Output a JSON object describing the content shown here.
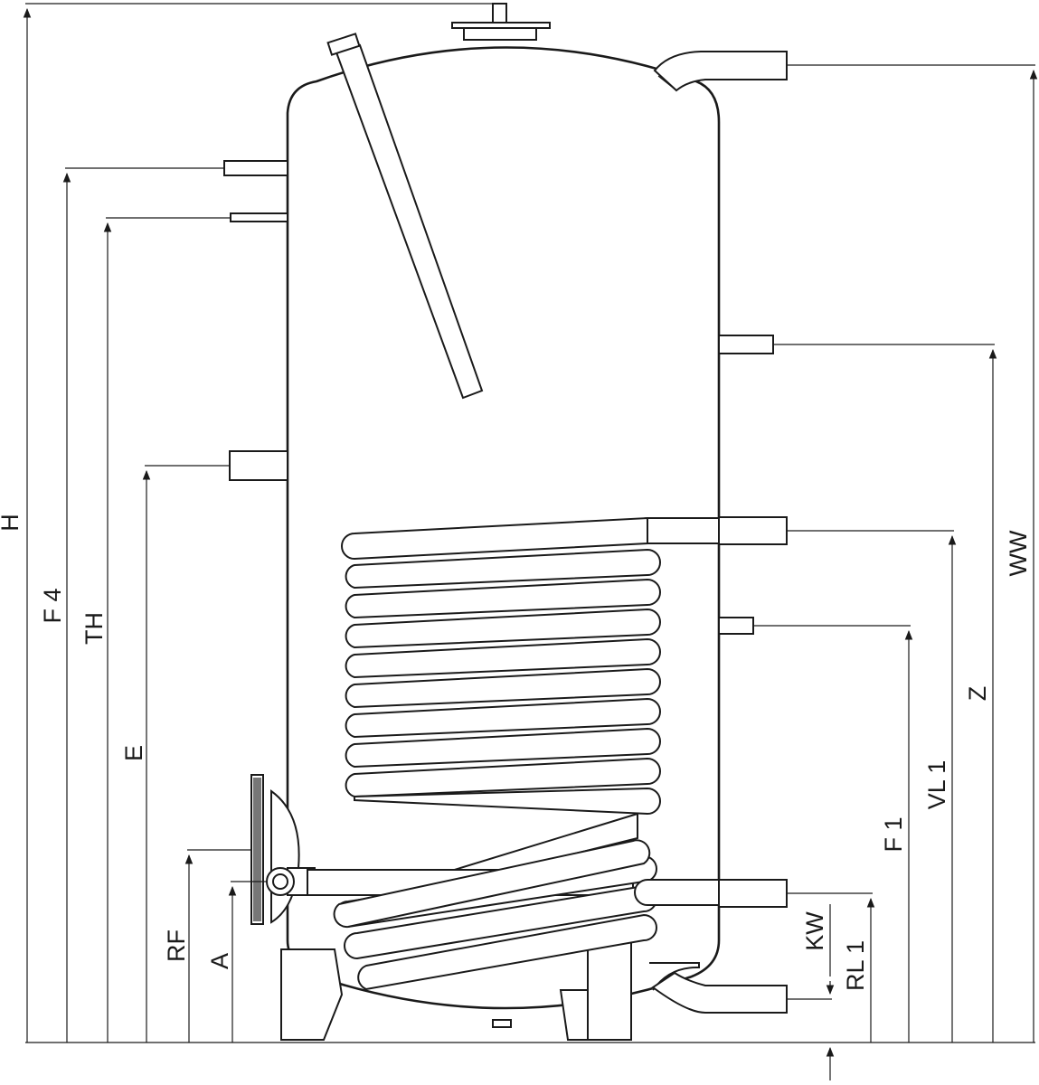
{
  "dimensions": {
    "H": "H",
    "F4": "F 4",
    "TH": "TH",
    "E": "E",
    "RF": "RF",
    "A": "A",
    "WW": "WW",
    "Z": "Z",
    "VL1": "VL 1",
    "F1": "F 1",
    "KW": "KW",
    "RL1": "RL 1"
  },
  "colors": {
    "line": "#1a1a1a",
    "background": "#ffffff"
  }
}
